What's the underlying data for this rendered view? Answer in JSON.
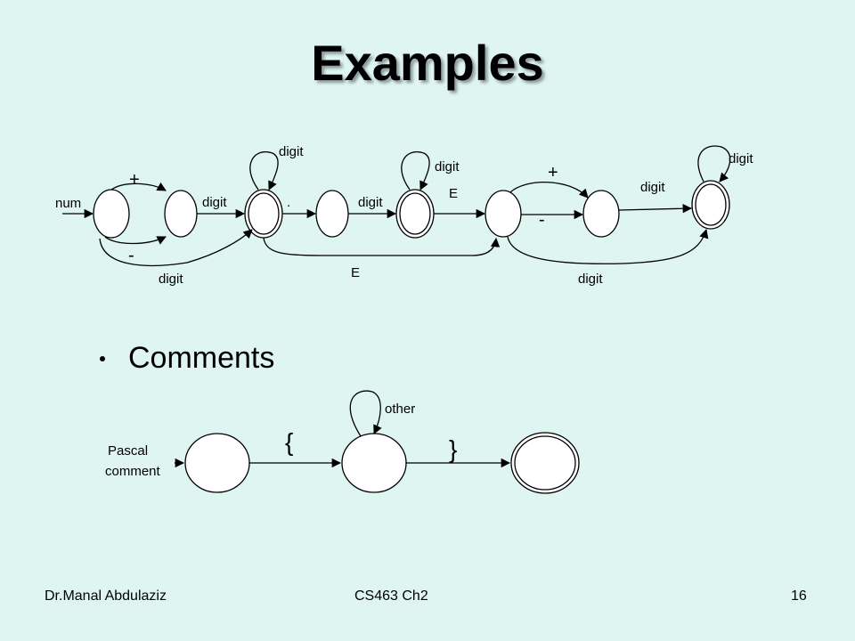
{
  "title": "Examples",
  "number_fsm": {
    "start_label": "num",
    "plus_label": "+",
    "minus_label": "-",
    "digit_after_sign": "digit",
    "digit_direct": "digit",
    "loop1_label": "digit",
    "dot_label": ".",
    "digit_after_dot": "digit",
    "loop2_label": "digit",
    "e_label_upper": "E",
    "e_label_lower": "E",
    "exp_plus_label": "+",
    "exp_minus_label": "-",
    "exp_digit_after_sign": "digit",
    "exp_digit_direct": "digit",
    "loop3_label": "digit"
  },
  "bullet": "Comments",
  "comment_fsm": {
    "start_label_line1": "Pascal",
    "start_label_line2": "comment",
    "open_brace": "{",
    "close_brace": "}",
    "loop_label": "other"
  },
  "footer": {
    "left": "Dr.Manal Abdulaziz",
    "center": "CS463 Ch2",
    "right": "16"
  }
}
